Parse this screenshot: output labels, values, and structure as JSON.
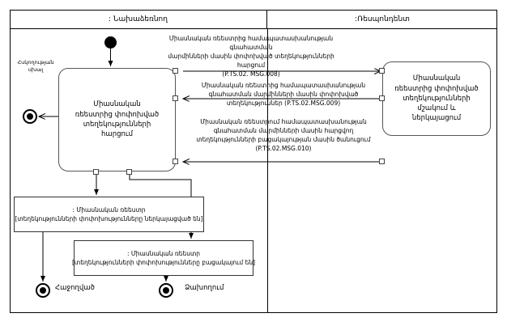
{
  "diagram": {
    "lanes": [
      {
        "name": "initiator",
        "title": ": Նախաձեռնող"
      },
      {
        "name": "respondent",
        "title": ":Ռեսպոնդենտ"
      }
    ],
    "activities": [
      {
        "name": "request-changed-info",
        "lines": [
          "Միասնական",
          "ռեեստրից փոփոխված",
          "տեղեկությունների",
          "հարցում"
        ]
      },
      {
        "name": "process-and-present",
        "lines": [
          "Միասնական",
          "ռեեստրից փոփոխված",
          "տեղեկությունների",
          "մշակում և",
          "ներկայացում"
        ]
      }
    ],
    "messages": [
      {
        "name": "msg-008",
        "lines": [
          "Միասնական ռեեստրից համապատասխանության գնահատման",
          "մարմինների մասին փոփոխված տեղեկությունների հարցում",
          "(P.TS.02. MSG.008)"
        ]
      },
      {
        "name": "msg-009",
        "lines": [
          "Միասնական ռեեստրից համապատասխանության",
          "գնահատման մարմինների մասին փոփոխված",
          "տեղեկություններ (P.TS.02.MSG.009)"
        ]
      },
      {
        "name": "msg-010",
        "lines": [
          "Միասնական ռեեստրում համապատասխանության",
          "գնահատման մարմինների մասին հարցվող",
          "տեղեկությունների բացակայության մասին ծանուցում",
          "(P.TS.02.MSG.010)"
        ]
      }
    ],
    "notes": [
      {
        "name": "note-info-present",
        "title": ": Միասնական ռեեստր",
        "state": "[տեղեկությունների փոփոխությունները ներկայացված են]"
      },
      {
        "name": "note-info-absent",
        "title": ": Միասնական ռեեստր",
        "state": "[տեղեկությունների փոփոխությունները բացակայում են]"
      }
    ],
    "labels": {
      "fault_flow": "Հսկողության\nսխալ",
      "fault_flow_line1": "Հսկողության",
      "fault_flow_line2": "սխալ",
      "end_success": "Հաջողված",
      "end_failure": "Ձախողում"
    },
    "colors": {
      "stroke": "#000000",
      "node_fill": "#000000",
      "background": "#ffffff"
    }
  }
}
